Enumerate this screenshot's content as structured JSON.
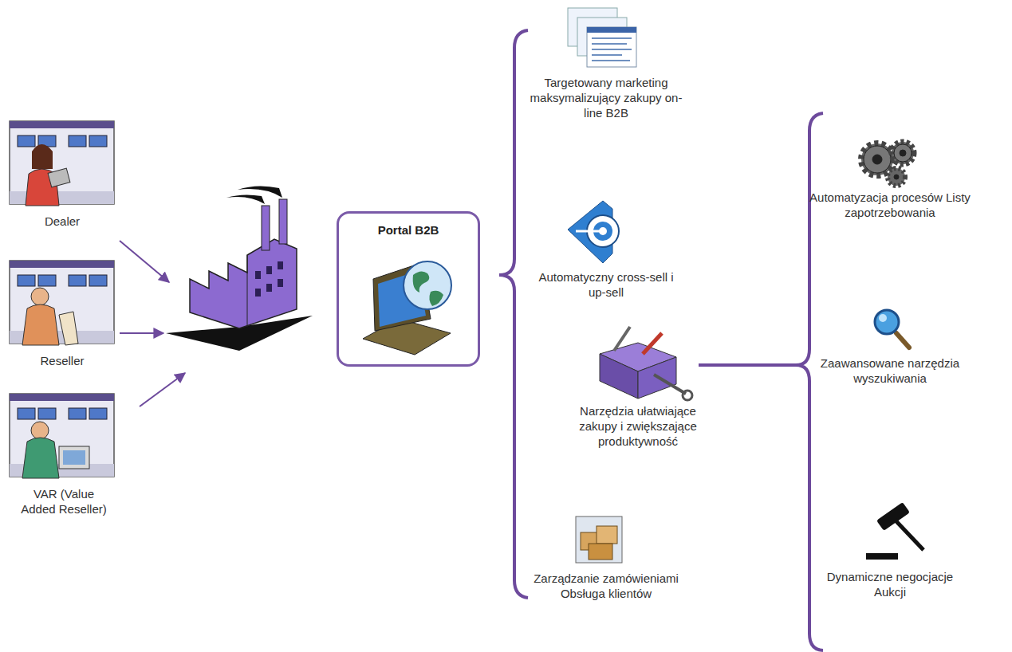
{
  "diagram": {
    "nodes": [
      {
        "text": [
          "Portal B2B"
        ]
      }
    ],
    "labels": [
      "Dealer",
      "Reseller",
      "VAR (Value Added Reseller)",
      "Targetowany marketing maksymalizujący zakupy on-line B2B",
      "Automatyczny cross-sell i up-sell",
      "Narzędzia ułatwiające zakupy i zwiększające produktywność",
      "Zarządzanie zamówieniami Obsługa klientów",
      "Automatyzacja procesów Listy zapotrzebowania",
      "Zaawansowane narzędzia wyszukiwania",
      "Dynamiczne negocjacje Aukcji"
    ]
  }
}
